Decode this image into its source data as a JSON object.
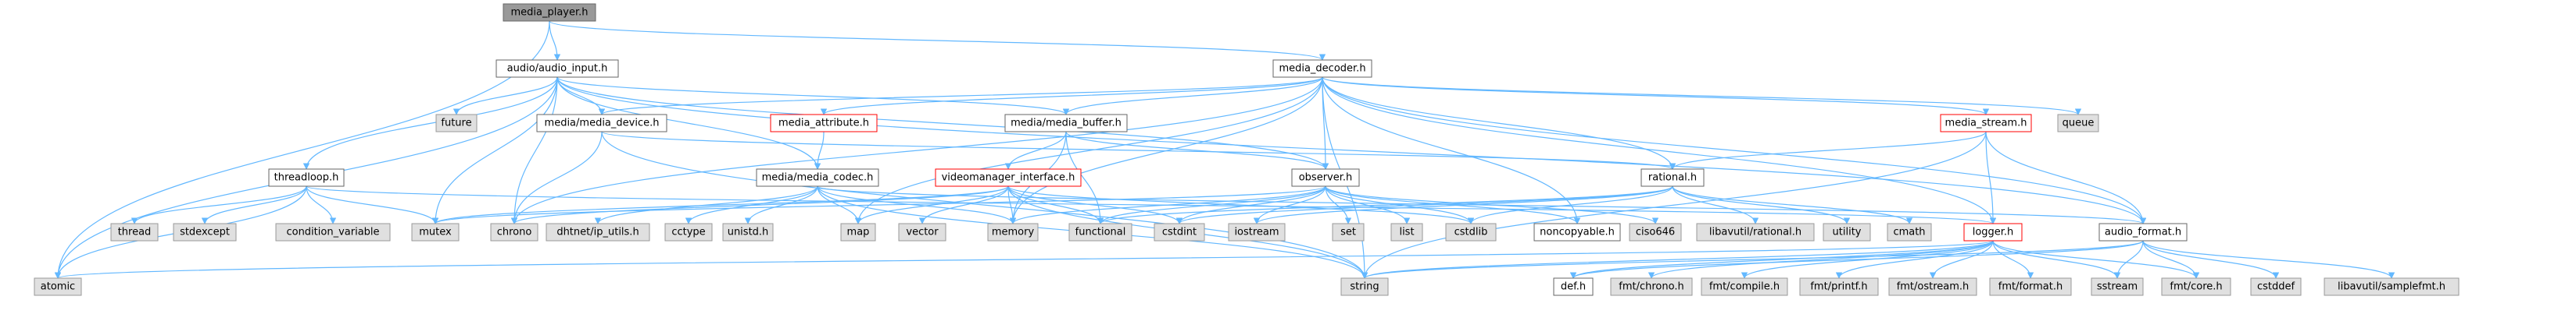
{
  "diagram": {
    "nodes": [
      {
        "id": "media_player",
        "label": "media_player.h",
        "kind": "focus"
      },
      {
        "id": "audio_input",
        "label": "audio/audio_input.h",
        "kind": "local"
      },
      {
        "id": "media_decoder",
        "label": "media_decoder.h",
        "kind": "local"
      },
      {
        "id": "future",
        "label": "future",
        "kind": "system"
      },
      {
        "id": "media_device",
        "label": "media/media_device.h",
        "kind": "local"
      },
      {
        "id": "media_attribute",
        "label": "media_attribute.h",
        "kind": "incomplete"
      },
      {
        "id": "media_buffer",
        "label": "media/media_buffer.h",
        "kind": "local"
      },
      {
        "id": "media_stream",
        "label": "media_stream.h",
        "kind": "incomplete"
      },
      {
        "id": "queue",
        "label": "queue",
        "kind": "system"
      },
      {
        "id": "threadloop",
        "label": "threadloop.h",
        "kind": "local"
      },
      {
        "id": "media_codec",
        "label": "media/media_codec.h",
        "kind": "local"
      },
      {
        "id": "videomanager_interface",
        "label": "videomanager_interface.h",
        "kind": "incomplete"
      },
      {
        "id": "observer",
        "label": "observer.h",
        "kind": "local"
      },
      {
        "id": "rational",
        "label": "rational.h",
        "kind": "local"
      },
      {
        "id": "thread",
        "label": "thread",
        "kind": "system"
      },
      {
        "id": "stdexcept",
        "label": "stdexcept",
        "kind": "system"
      },
      {
        "id": "condition_variable",
        "label": "condition_variable",
        "kind": "system"
      },
      {
        "id": "mutex",
        "label": "mutex",
        "kind": "system"
      },
      {
        "id": "chrono",
        "label": "chrono",
        "kind": "system"
      },
      {
        "id": "dhtnet_ip_utils",
        "label": "dhtnet/ip_utils.h",
        "kind": "system"
      },
      {
        "id": "cctype",
        "label": "cctype",
        "kind": "system"
      },
      {
        "id": "unistd",
        "label": "unistd.h",
        "kind": "system"
      },
      {
        "id": "map",
        "label": "map",
        "kind": "system"
      },
      {
        "id": "vector",
        "label": "vector",
        "kind": "system"
      },
      {
        "id": "memory",
        "label": "memory",
        "kind": "system"
      },
      {
        "id": "functional",
        "label": "functional",
        "kind": "system"
      },
      {
        "id": "cstdint",
        "label": "cstdint",
        "kind": "system"
      },
      {
        "id": "iostream",
        "label": "iostream",
        "kind": "system"
      },
      {
        "id": "set",
        "label": "set",
        "kind": "system"
      },
      {
        "id": "list",
        "label": "list",
        "kind": "system"
      },
      {
        "id": "cstdlib",
        "label": "cstdlib",
        "kind": "system"
      },
      {
        "id": "noncopyable",
        "label": "noncopyable.h",
        "kind": "local"
      },
      {
        "id": "ciso646",
        "label": "ciso646",
        "kind": "system"
      },
      {
        "id": "libavutil_rational",
        "label": "libavutil/rational.h",
        "kind": "system"
      },
      {
        "id": "utility",
        "label": "utility",
        "kind": "system"
      },
      {
        "id": "cmath",
        "label": "cmath",
        "kind": "system"
      },
      {
        "id": "logger",
        "label": "logger.h",
        "kind": "incomplete"
      },
      {
        "id": "audio_format",
        "label": "audio_format.h",
        "kind": "local"
      },
      {
        "id": "atomic",
        "label": "atomic",
        "kind": "system"
      },
      {
        "id": "string",
        "label": "string",
        "kind": "system"
      },
      {
        "id": "def",
        "label": "def.h",
        "kind": "local"
      },
      {
        "id": "fmt_chrono",
        "label": "fmt/chrono.h",
        "kind": "system"
      },
      {
        "id": "fmt_compile",
        "label": "fmt/compile.h",
        "kind": "system"
      },
      {
        "id": "fmt_printf",
        "label": "fmt/printf.h",
        "kind": "system"
      },
      {
        "id": "fmt_ostream",
        "label": "fmt/ostream.h",
        "kind": "system"
      },
      {
        "id": "fmt_format",
        "label": "fmt/format.h",
        "kind": "system"
      },
      {
        "id": "sstream",
        "label": "sstream",
        "kind": "system"
      },
      {
        "id": "fmt_core",
        "label": "fmt/core.h",
        "kind": "system"
      },
      {
        "id": "cstddef",
        "label": "cstddef",
        "kind": "system"
      },
      {
        "id": "libavutil_samplefmt",
        "label": "libavutil/samplefmt.h",
        "kind": "system"
      }
    ],
    "edges": [
      [
        "media_player",
        "audio_input"
      ],
      [
        "media_player",
        "media_decoder"
      ],
      [
        "media_player",
        "atomic"
      ],
      [
        "audio_input",
        "future"
      ],
      [
        "audio_input",
        "media_device"
      ],
      [
        "audio_input",
        "media_buffer"
      ],
      [
        "audio_input",
        "media_codec"
      ],
      [
        "audio_input",
        "threadloop"
      ],
      [
        "audio_input",
        "mutex"
      ],
      [
        "audio_input",
        "chrono"
      ],
      [
        "audio_input",
        "atomic"
      ],
      [
        "audio_input",
        "observer"
      ],
      [
        "audio_input",
        "audio_format"
      ],
      [
        "media_decoder",
        "media_device"
      ],
      [
        "media_decoder",
        "media_attribute"
      ],
      [
        "media_decoder",
        "media_buffer"
      ],
      [
        "media_decoder",
        "media_stream"
      ],
      [
        "media_decoder",
        "queue"
      ],
      [
        "media_decoder",
        "observer"
      ],
      [
        "media_decoder",
        "rational"
      ],
      [
        "media_decoder",
        "logger"
      ],
      [
        "media_decoder",
        "audio_format"
      ],
      [
        "media_decoder",
        "chrono"
      ],
      [
        "media_decoder",
        "map"
      ],
      [
        "media_decoder",
        "memory"
      ],
      [
        "media_decoder",
        "noncopyable"
      ],
      [
        "media_decoder",
        "string"
      ],
      [
        "media_device",
        "rational"
      ],
      [
        "media_device",
        "chrono"
      ],
      [
        "media_device",
        "string"
      ],
      [
        "media_attribute",
        "media_codec"
      ],
      [
        "media_buffer",
        "videomanager_interface"
      ],
      [
        "media_buffer",
        "observer"
      ],
      [
        "media_buffer",
        "functional"
      ],
      [
        "media_buffer",
        "memory"
      ],
      [
        "media_stream",
        "rational"
      ],
      [
        "media_stream",
        "logger"
      ],
      [
        "media_stream",
        "audio_format"
      ],
      [
        "media_stream",
        "string"
      ],
      [
        "threadloop",
        "thread"
      ],
      [
        "threadloop",
        "stdexcept"
      ],
      [
        "threadloop",
        "condition_variable"
      ],
      [
        "threadloop",
        "mutex"
      ],
      [
        "threadloop",
        "atomic"
      ],
      [
        "threadloop",
        "logger"
      ],
      [
        "media_codec",
        "cctype"
      ],
      [
        "media_codec",
        "unistd"
      ],
      [
        "media_codec",
        "dhtnet_ip_utils"
      ],
      [
        "media_codec",
        "map"
      ],
      [
        "media_codec",
        "memory"
      ],
      [
        "media_codec",
        "string"
      ],
      [
        "media_codec",
        "audio_format"
      ],
      [
        "videomanager_interface",
        "map"
      ],
      [
        "videomanager_interface",
        "vector"
      ],
      [
        "videomanager_interface",
        "memory"
      ],
      [
        "videomanager_interface",
        "functional"
      ],
      [
        "videomanager_interface",
        "cstdint"
      ],
      [
        "videomanager_interface",
        "cstdlib"
      ],
      [
        "videomanager_interface",
        "mutex"
      ],
      [
        "videomanager_interface",
        "chrono"
      ],
      [
        "videomanager_interface",
        "string"
      ],
      [
        "observer",
        "cstdint"
      ],
      [
        "observer",
        "memory"
      ],
      [
        "observer",
        "set"
      ],
      [
        "observer",
        "list"
      ],
      [
        "observer",
        "mutex"
      ],
      [
        "observer",
        "functional"
      ],
      [
        "observer",
        "ciso646"
      ],
      [
        "observer",
        "noncopyable"
      ],
      [
        "observer",
        "iostream"
      ],
      [
        "observer",
        "cstdlib"
      ],
      [
        "rational",
        "utility"
      ],
      [
        "rational",
        "cstdint"
      ],
      [
        "rational",
        "cstdlib"
      ],
      [
        "rational",
        "libavutil_rational"
      ],
      [
        "rational",
        "cmath"
      ],
      [
        "rational",
        "iostream"
      ],
      [
        "rational",
        "functional"
      ],
      [
        "logger",
        "fmt_core"
      ],
      [
        "logger",
        "fmt_format"
      ],
      [
        "logger",
        "fmt_chrono"
      ],
      [
        "logger",
        "fmt_compile"
      ],
      [
        "logger",
        "fmt_printf"
      ],
      [
        "logger",
        "fmt_ostream"
      ],
      [
        "logger",
        "sstream"
      ],
      [
        "logger",
        "string"
      ],
      [
        "logger",
        "def"
      ],
      [
        "logger",
        "atomic"
      ],
      [
        "audio_format",
        "fmt_core"
      ],
      [
        "audio_format",
        "sstream"
      ],
      [
        "audio_format",
        "cstddef"
      ],
      [
        "audio_format",
        "libavutil_samplefmt"
      ],
      [
        "audio_format",
        "string"
      ],
      [
        "audio_format",
        "def"
      ]
    ]
  },
  "colors": {
    "edge": "#63b8ff",
    "focus_fill": "#999999",
    "system_fill": "#e0e0e0",
    "local_fill": "#ffffff",
    "incomplete_border": "#ff0000"
  }
}
